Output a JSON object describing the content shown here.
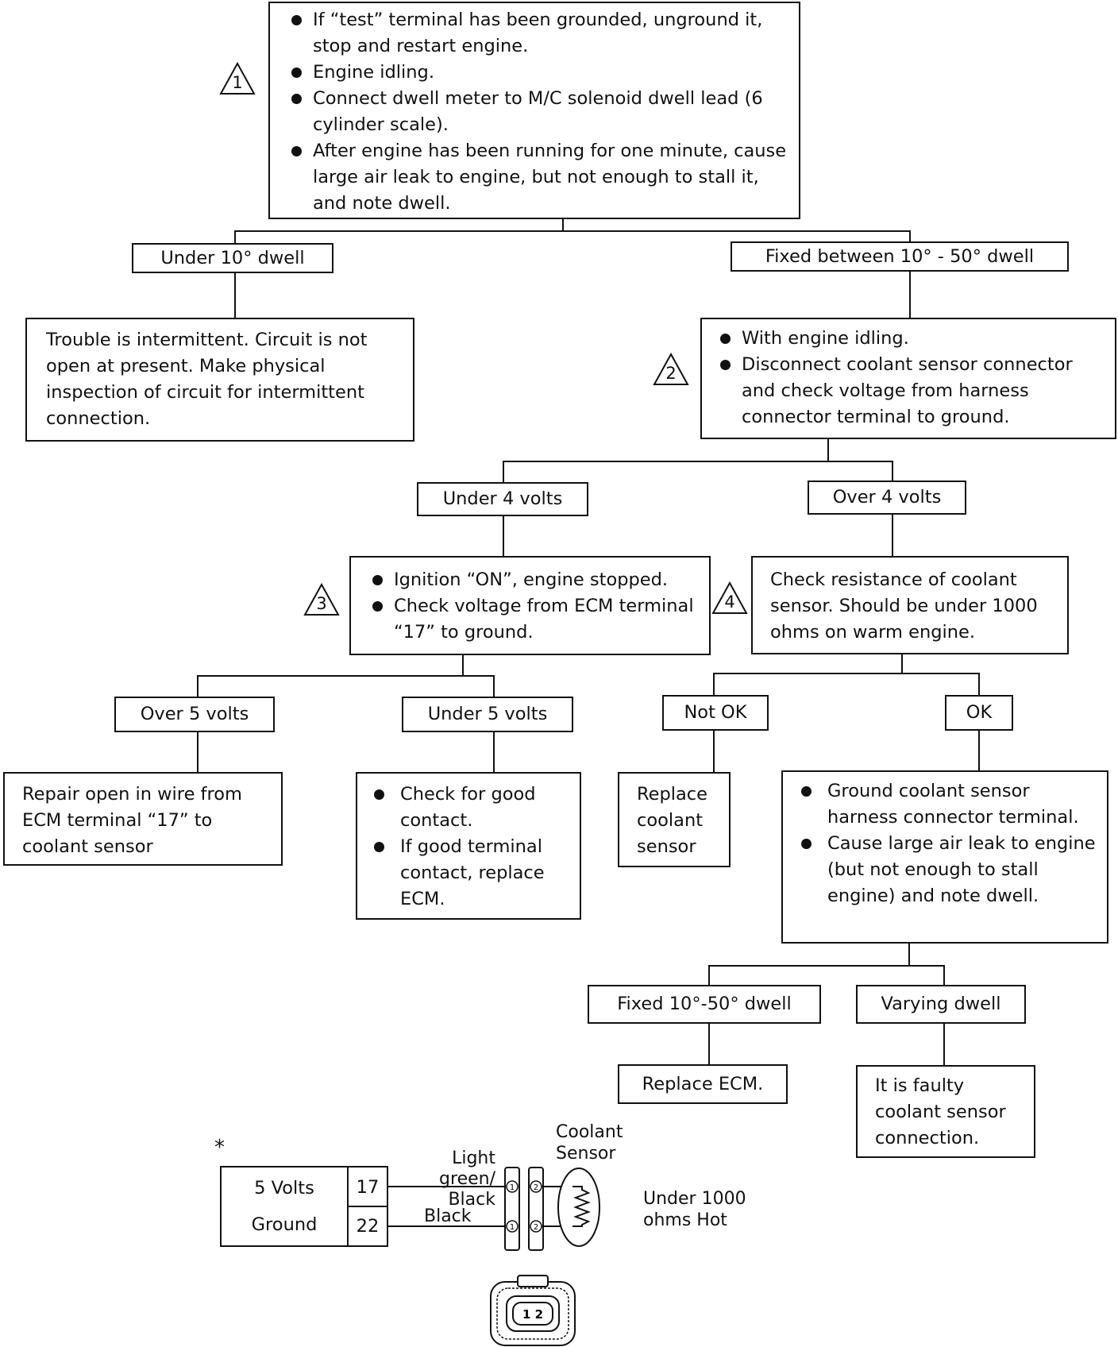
{
  "step1": {
    "marker": "1",
    "bullets": [
      "If “test” terminal has been grounded, unground it, stop and restart engine.",
      "Engine idling.",
      "Connect dwell meter to M/C solenoid dwell lead (6 cylinder scale).",
      "After engine has been running for one minute, cause large air leak to engine, but not enough to stall it, and note dwell."
    ]
  },
  "branch_under10": "Under 10° dwell",
  "branch_fixed1050": "Fixed between 10° - 50° dwell",
  "intermittent_text": "Trouble is intermittent. Circuit is not open at present. Make physical inspection of circuit for intermittent connection.",
  "step2": {
    "marker": "2",
    "bullets": [
      "With engine idling.",
      "Disconnect coolant sensor connector and check voltage from harness connector terminal to ground."
    ]
  },
  "branch_under4": "Under 4 volts",
  "branch_over4": "Over 4 volts",
  "step3": {
    "marker": "3",
    "bullets": [
      "Ignition “ON”, engine stopped.",
      "Check voltage from ECM terminal “17” to ground."
    ]
  },
  "step4": {
    "marker": "4",
    "text": "Check resistance of coolant sensor. Should be under 1000 ohms on warm engine."
  },
  "branch_over5": "Over 5 volts",
  "branch_under5": "Under 5 volts",
  "branch_notok": "Not OK",
  "branch_ok": "OK",
  "repair_open_text": "Repair open in wire from ECM terminal “17” to coolant sensor",
  "check_contact": {
    "bullets": [
      "Check for good contact.",
      "If good terminal contact, replace ECM."
    ]
  },
  "replace_sensor_text": "Replace coolant sensor",
  "ground_check": {
    "bullets": [
      "Ground coolant sensor harness connector terminal.",
      "Cause large air leak to engine (but not enough to stall engine) and note dwell."
    ]
  },
  "branch_fixed2": "Fixed 10°-50° dwell",
  "branch_varying": "Varying dwell",
  "replace_ecm_text": "Replace ECM.",
  "faulty_conn_text": "It is faulty coolant sensor connection.",
  "wiring": {
    "asterisk": "*",
    "row1_label": "5 Volts",
    "row2_label": "Ground",
    "pin1": "17",
    "pin2": "22",
    "wire1_label": "Light green/ Black",
    "wire2_label": "Black",
    "sensor_label": "Coolant Sensor",
    "resistance_label": "Under 1000 ohms Hot",
    "term1": "1",
    "term2": "2",
    "connector_pins": "1 2"
  }
}
